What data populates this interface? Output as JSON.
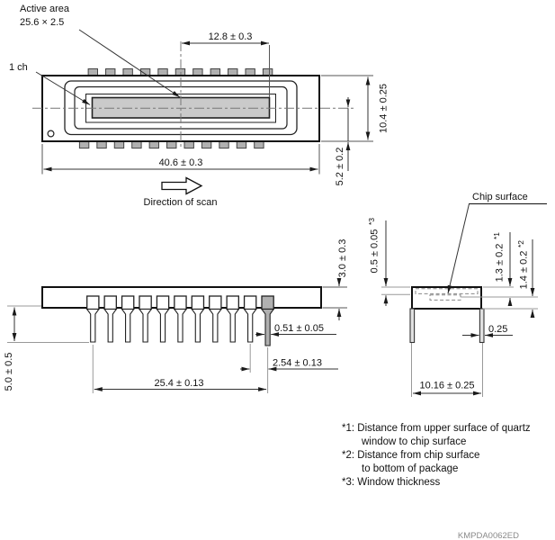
{
  "top_view": {
    "labels": {
      "active_area_line1": "Active area",
      "active_area_line2": "25.6 × 2.5",
      "channel": "1 ch",
      "scan_direction": "Direction of scan"
    },
    "dims": {
      "half_active_width": "12.8 ± 0.3",
      "package_width": "40.6 ± 0.3",
      "package_height": "10.4 ± 0.25",
      "center_to_edge": "5.2 ± 0.2"
    }
  },
  "side_view": {
    "dims": {
      "package_thickness": "3.0 ± 0.3",
      "lead_length": "5.0 ± 0.5",
      "lead_width": "0.51 ± 0.05",
      "lead_pitch": "2.54 ± 0.13",
      "lead_span": "25.4 ± 0.13"
    }
  },
  "end_view": {
    "labels": {
      "chip_surface": "Chip surface"
    },
    "dims": {
      "window_thickness": "0.5 ± 0.05",
      "window_thickness_ref": "*3",
      "quartz_to_chip": "1.3 ± 0.2",
      "quartz_to_chip_ref": "*1",
      "chip_to_bottom": "1.4 ± 0.2",
      "chip_to_bottom_ref": "*2",
      "lead_thickness": "0.25",
      "package_width": "10.16 ± 0.25"
    }
  },
  "notes": {
    "line1": "*1: Distance from upper surface of quartz",
    "line2": "window to chip surface",
    "line3": "*2: Distance from chip surface",
    "line4": "to bottom of package",
    "line5": "*3: Window thickness"
  },
  "doc_code": "KMPDA0062ED",
  "colors": {
    "line": "#1a1a1a",
    "dim_line": "#333333",
    "extension_line": "#999999",
    "active_area_fill": "#cacaca",
    "lead_fill": "#b0b0b0"
  }
}
